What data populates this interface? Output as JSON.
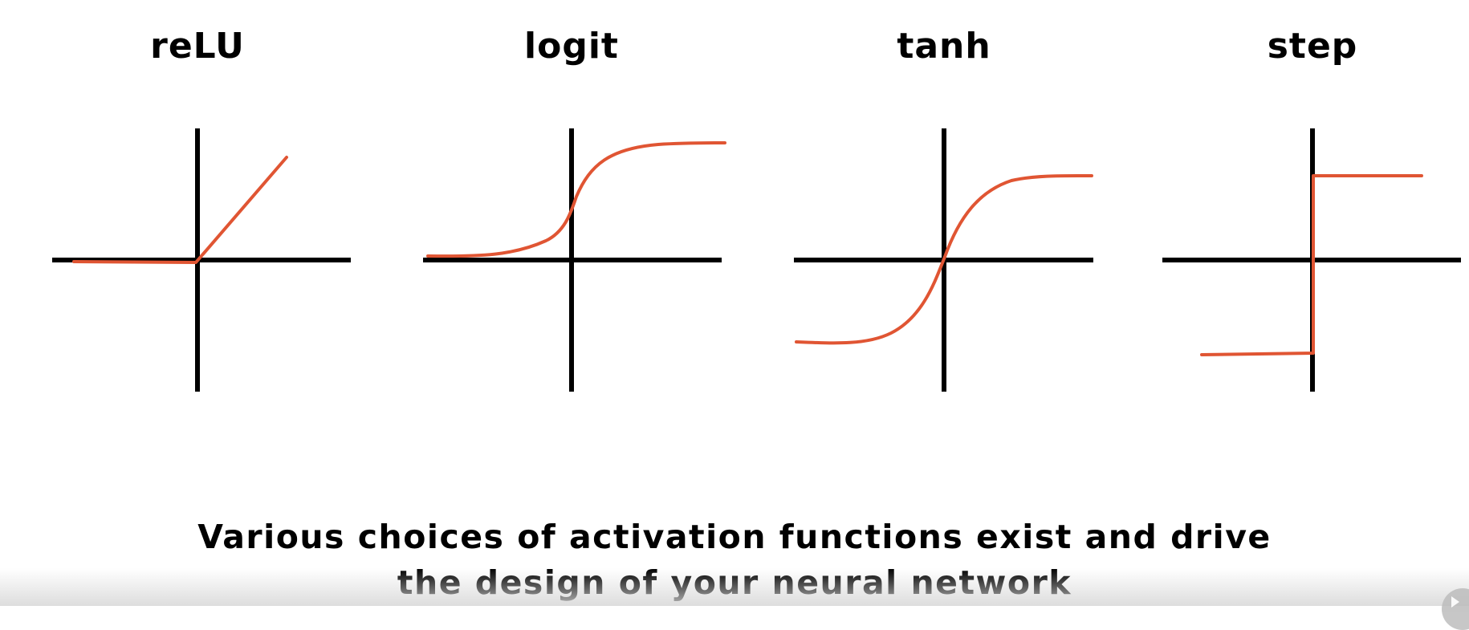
{
  "panels": [
    {
      "title": "reLU",
      "function": "relu"
    },
    {
      "title": "logit",
      "function": "logit"
    },
    {
      "title": "tanh",
      "function": "tanh"
    },
    {
      "title": "step",
      "function": "step"
    }
  ],
  "caption": {
    "line1": "Various choices of activation functions exist and drive",
    "line2": "the design of your neural network"
  },
  "colors": {
    "axis": "#000000",
    "curve": "#e05533",
    "background": "#ffffff"
  },
  "icons": {
    "play_overlay": "play-icon"
  }
}
